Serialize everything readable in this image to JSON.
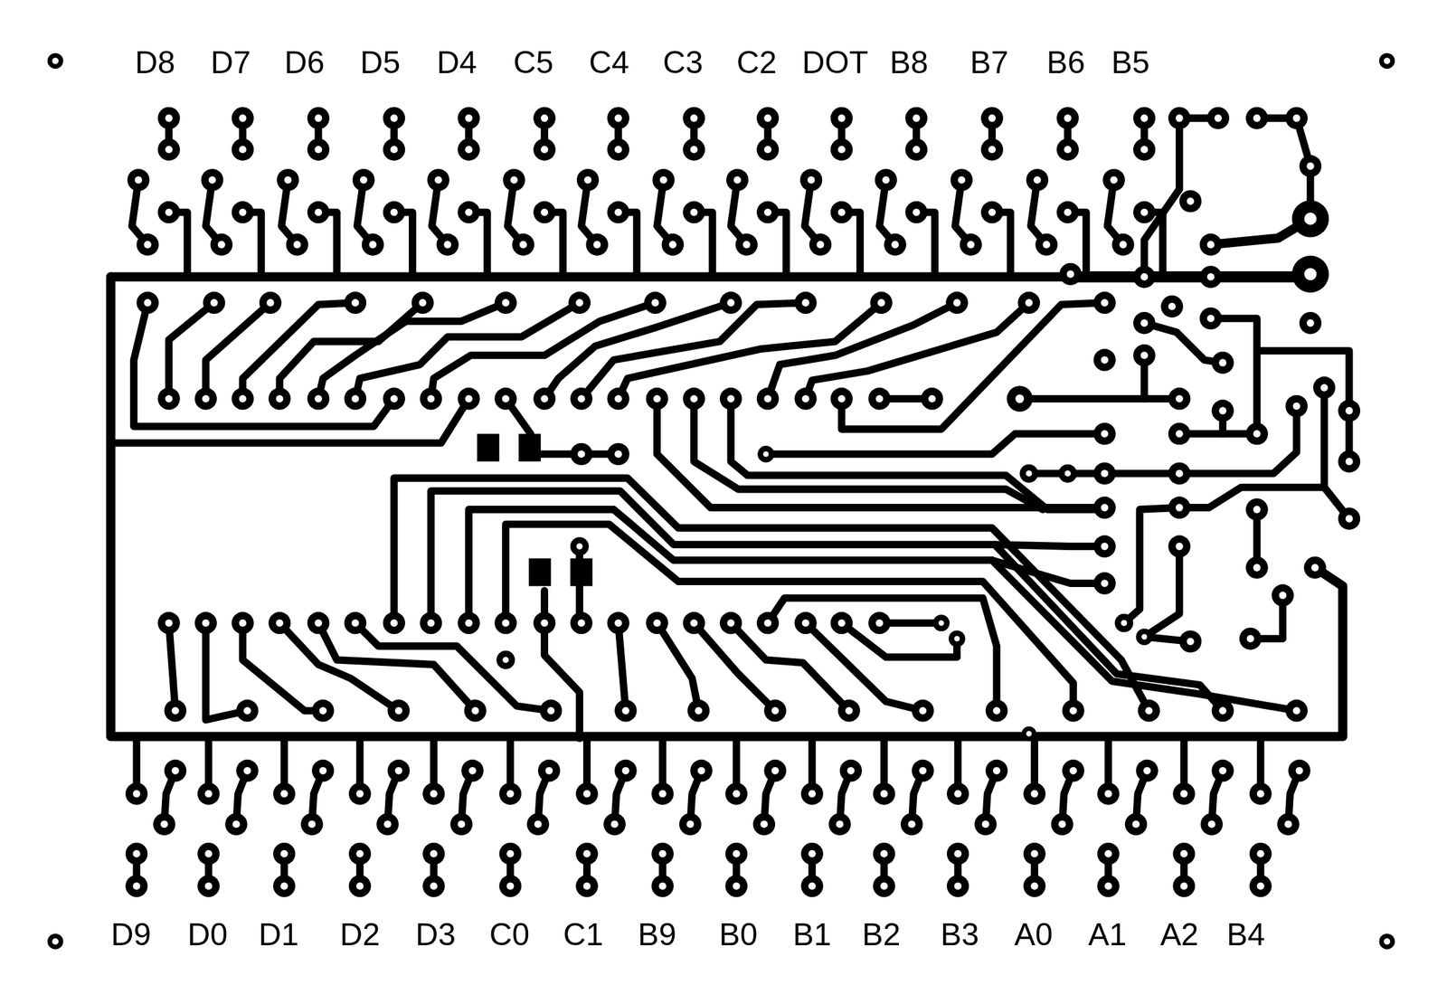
{
  "diagram": {
    "labels": [
      "D8",
      "D7",
      "D6",
      "D5",
      "D4",
      "C5",
      "C4",
      "C3",
      "C2",
      "DOT",
      "B8",
      "B7",
      "B6",
      "B5",
      "D9",
      "D0",
      "D1",
      "D2",
      "D3",
      "C0",
      "C1",
      "B9",
      "B0",
      "B1",
      "B2",
      "B3",
      "A0",
      "A1",
      "A2",
      "B4"
    ]
  }
}
